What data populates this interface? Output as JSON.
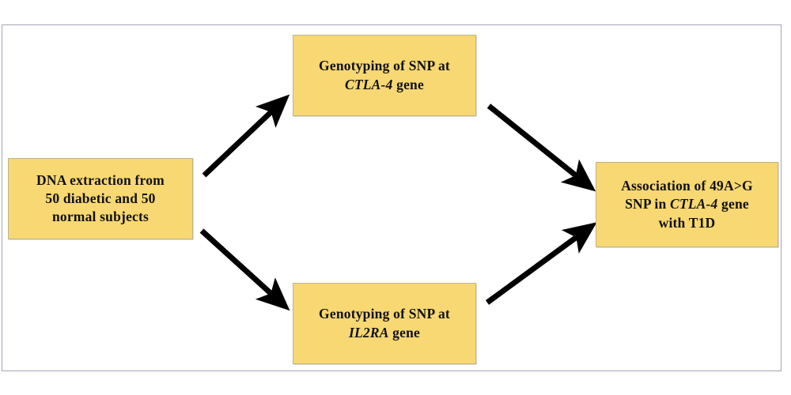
{
  "figure": {
    "type": "flowchart",
    "background_color": "#ffffff",
    "frame_border_color": "#a3a3b8",
    "node_fill_color": "#F7D872",
    "node_border_color": "#bfb48a",
    "arrow_color": "#000000",
    "text_color": "#111111"
  },
  "nodes": {
    "extraction": {
      "id": "dna-extraction",
      "line1": "DNA extraction from",
      "line2": "50 diabetic and 50",
      "line3": "normal subjects"
    },
    "ctla4": {
      "id": "genotyping-ctla4",
      "line1": "Genotyping  of SNP at",
      "gene": "CTLA-4",
      "line2_suffix": " gene"
    },
    "il2ra": {
      "id": "genotyping-il2ra",
      "line1": "Genotyping  of SNP at",
      "gene": "IL2RA",
      "line2_suffix": " gene"
    },
    "association": {
      "id": "association-t1d",
      "line1": "Association  of 49A>G",
      "line2_prefix": "SNP in ",
      "gene": "CTLA-4",
      "line2_suffix": " gene",
      "line3": "with T1D"
    }
  },
  "arrows": [
    {
      "id": "arrow-extraction-to-ctla4",
      "from": "dna-extraction",
      "to": "genotyping-ctla4",
      "direction": "up-right"
    },
    {
      "id": "arrow-extraction-to-il2ra",
      "from": "dna-extraction",
      "to": "genotyping-il2ra",
      "direction": "down-right"
    },
    {
      "id": "arrow-ctla4-to-association",
      "from": "genotyping-ctla4",
      "to": "association-t1d",
      "direction": "down-right"
    },
    {
      "id": "arrow-il2ra-to-association",
      "from": "genotyping-il2ra",
      "to": "association-t1d",
      "direction": "up-right"
    }
  ]
}
